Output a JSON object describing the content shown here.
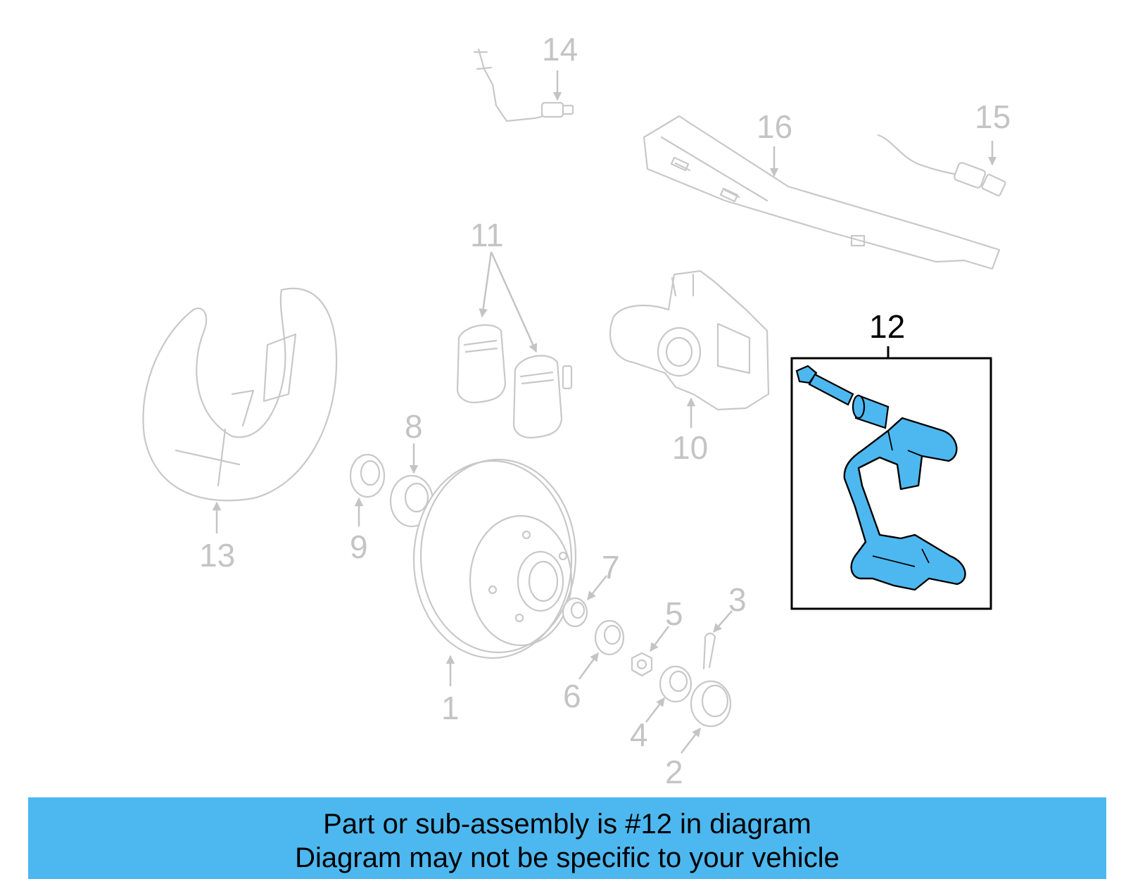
{
  "diagram": {
    "callouts": [
      "1",
      "2",
      "3",
      "4",
      "5",
      "6",
      "7",
      "8",
      "9",
      "10",
      "11",
      "12",
      "13",
      "14",
      "15",
      "16"
    ],
    "highlighted_part": "12",
    "highlight_color": "#4db8f0",
    "ghost_color": "#c8c8c8"
  },
  "banner": {
    "line1": "Part or sub-assembly is #12 in diagram",
    "line2": "Diagram may not be specific to your vehicle",
    "background": "#4db8f0"
  }
}
